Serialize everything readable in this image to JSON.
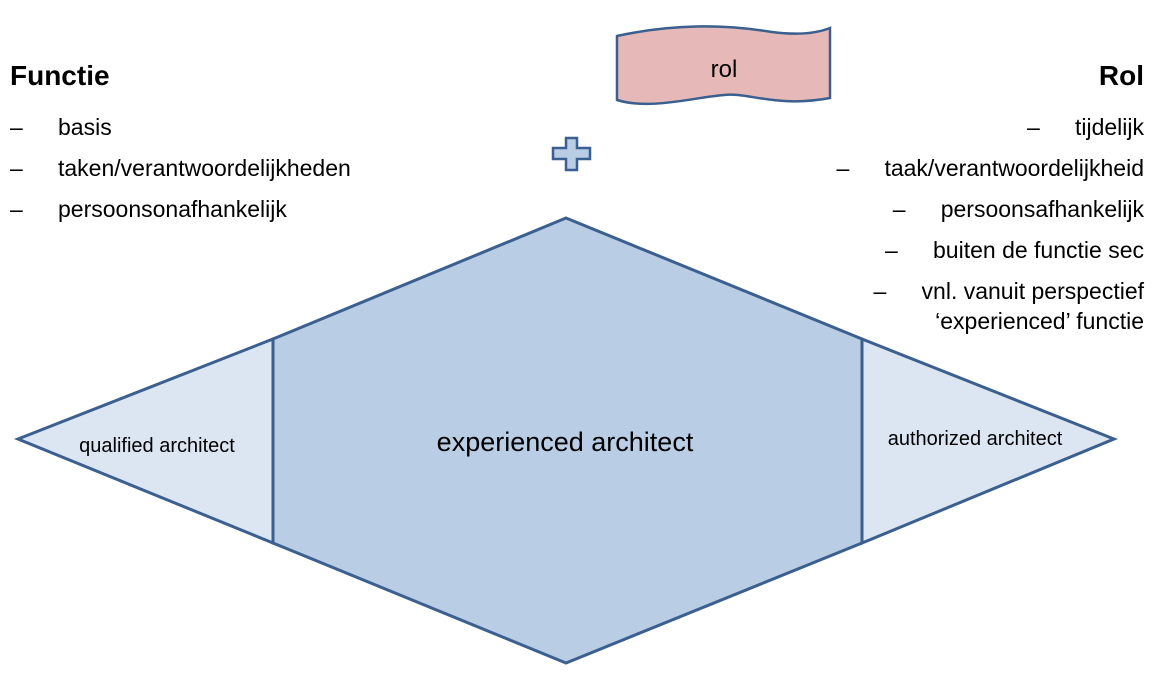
{
  "functie": {
    "heading": "Functie",
    "items": [
      {
        "dash": "–",
        "text": "basis"
      },
      {
        "dash": "–",
        "text": "taken/verantwoordelijkheden"
      },
      {
        "dash": "–",
        "text": "persoonsonafhankelijk"
      }
    ]
  },
  "rol": {
    "heading": "Rol",
    "banner_label": "rol",
    "items": [
      {
        "dash": "–",
        "text": "tijdelijk"
      },
      {
        "dash": "–",
        "text": "taak/verantwoordelijkheid"
      },
      {
        "dash": "–",
        "text": "persoonsafhankelijk"
      },
      {
        "dash": "–",
        "text": "buiten de functie sec"
      },
      {
        "dash": "–",
        "text": "vnl. vanuit perspectief\n‘experienced’ functie"
      }
    ]
  },
  "diagram": {
    "left_label": "qualified architect",
    "center_label": "experienced architect",
    "right_label": "authorized architect"
  },
  "colors": {
    "banner_fill": "#e6b9b8",
    "banner_stroke": "#3b5f8f",
    "plus_fill": "#b9cde5",
    "plus_stroke": "#3b5f8f",
    "center_fill": "#b9cde5",
    "side_fill": "#dce6f2",
    "diamond_stroke": "#3b5f8f"
  }
}
